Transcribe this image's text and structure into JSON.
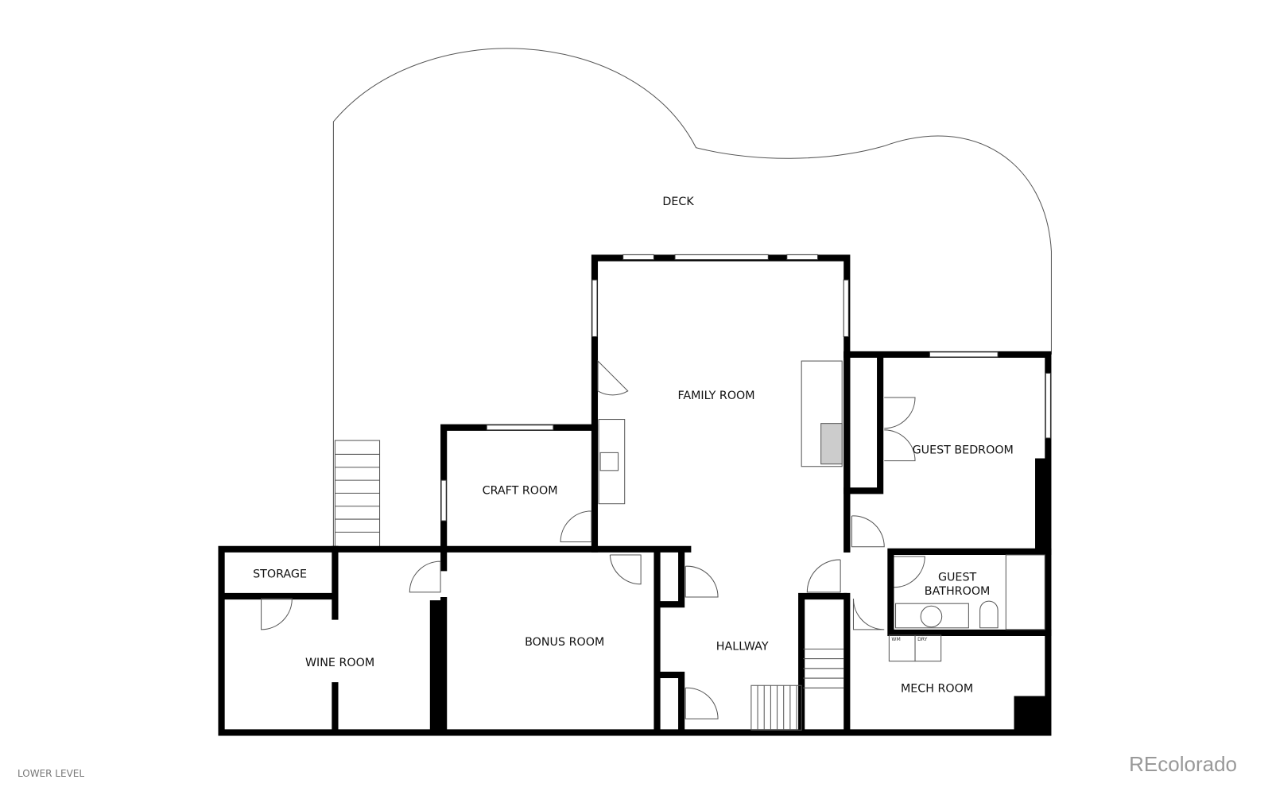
{
  "rooms": {
    "deck": "DECK",
    "family_room": "FAMILY ROOM",
    "craft_room": "CRAFT ROOM",
    "guest_bedroom": "GUEST BEDROOM",
    "guest_bathroom_line1": "GUEST",
    "guest_bathroom_line2": "BATHROOM",
    "storage": "STORAGE",
    "wine_room": "WINE ROOM",
    "bonus_room": "BONUS ROOM",
    "hallway": "HALLWAY",
    "mech_room": "MECH ROOM"
  },
  "appliances": {
    "washer": "WM",
    "dryer": "DRY"
  },
  "level_label": "LOWER LEVEL",
  "watermark": "REcolorado"
}
